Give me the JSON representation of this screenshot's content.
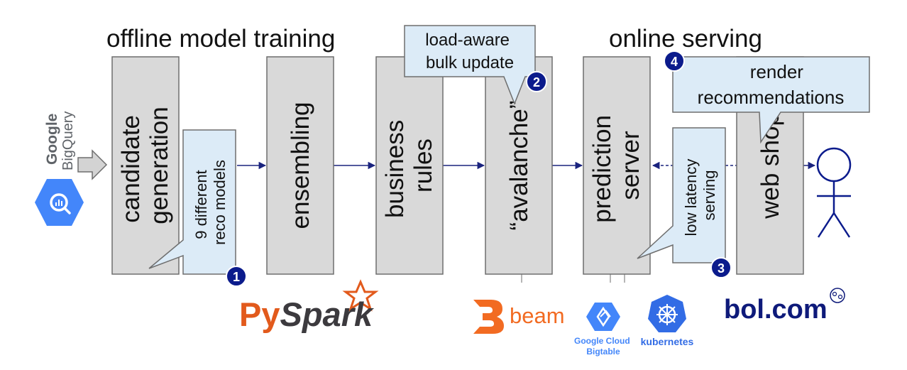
{
  "sections": {
    "offline_title": "offline model training",
    "online_title": "online serving"
  },
  "source": {
    "brand_google": "Google",
    "brand_product": "BigQuery"
  },
  "stages": [
    {
      "id": "candidate-generation",
      "lines": [
        "candidate",
        "generation"
      ]
    },
    {
      "id": "ensembling",
      "lines": [
        "ensembling"
      ]
    },
    {
      "id": "business-rules",
      "lines": [
        "business",
        "rules"
      ]
    },
    {
      "id": "avalanche",
      "lines": [
        "“avalanche”"
      ]
    },
    {
      "id": "prediction-server",
      "lines": [
        "prediction",
        "server"
      ]
    },
    {
      "id": "web-shop",
      "lines": [
        "web shop"
      ]
    }
  ],
  "callouts": {
    "c1": {
      "number": "1",
      "lines": [
        "9 different",
        "reco models"
      ]
    },
    "c2": {
      "number": "2",
      "lines": [
        "load-aware",
        "bulk update"
      ]
    },
    "c3": {
      "number": "3",
      "lines": [
        "low latency",
        "serving"
      ]
    },
    "c4": {
      "number": "4",
      "lines": [
        "render",
        "recommendations"
      ]
    }
  },
  "logos": {
    "pyspark": {
      "part1": "Py",
      "part2": "Spark"
    },
    "beam": {
      "text": "beam"
    },
    "bigtable": {
      "line1": "Google Cloud",
      "line2": "Bigtable"
    },
    "kubernetes": {
      "text": "kubernetes"
    },
    "bol": {
      "text": "bol.com"
    }
  },
  "colors": {
    "stage_fill": "#d9d9d9",
    "stage_stroke": "#6e6e6e",
    "callout_fill": "#dcebf7",
    "callout_stroke": "#6e6e6e",
    "badge": "#0b1b8c",
    "arrow": "#1a237e",
    "pyspark_orange": "#e25a1c",
    "pyspark_dark": "#3c3a3e",
    "beam_orange": "#f26b22",
    "bigtable_blue": "#4386fa",
    "kubernetes_blue": "#326ce5",
    "bol_navy": "#0e1a7a"
  }
}
